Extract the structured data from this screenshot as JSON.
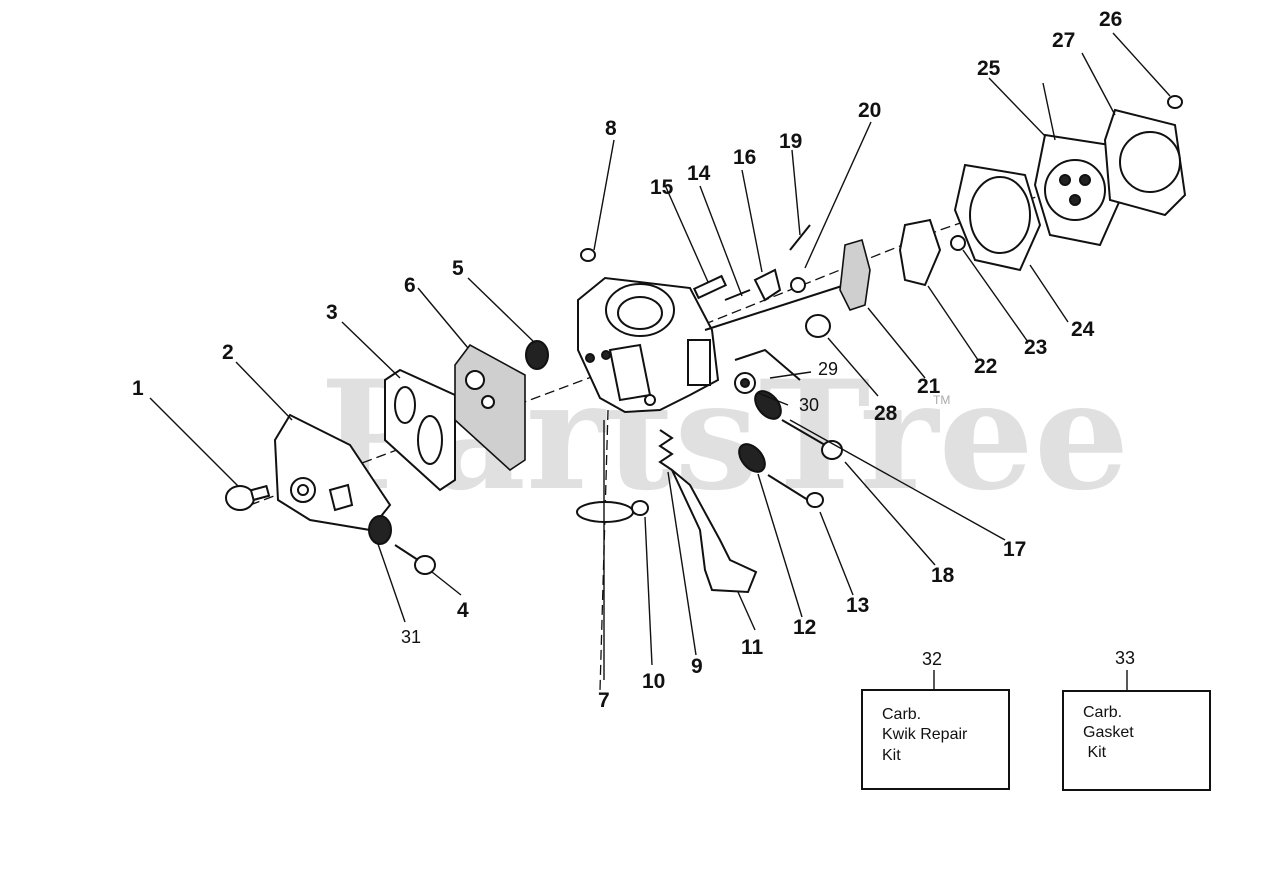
{
  "watermark": {
    "text": "PartsTree",
    "mark": "TM"
  },
  "callouts": [
    {
      "id": "1",
      "text": "1"
    },
    {
      "id": "2",
      "text": "2"
    },
    {
      "id": "3",
      "text": "3"
    },
    {
      "id": "4",
      "text": "4"
    },
    {
      "id": "5",
      "text": "5"
    },
    {
      "id": "6",
      "text": "6"
    },
    {
      "id": "7",
      "text": "7"
    },
    {
      "id": "8",
      "text": "8"
    },
    {
      "id": "9",
      "text": "9"
    },
    {
      "id": "10",
      "text": "10"
    },
    {
      "id": "11",
      "text": "11"
    },
    {
      "id": "12",
      "text": "12"
    },
    {
      "id": "13",
      "text": "13"
    },
    {
      "id": "14",
      "text": "14"
    },
    {
      "id": "15",
      "text": "15"
    },
    {
      "id": "16",
      "text": "16"
    },
    {
      "id": "17",
      "text": "17"
    },
    {
      "id": "18",
      "text": "18"
    },
    {
      "id": "19",
      "text": "19"
    },
    {
      "id": "20",
      "text": "20"
    },
    {
      "id": "21",
      "text": "21"
    },
    {
      "id": "22",
      "text": "22"
    },
    {
      "id": "23",
      "text": "23"
    },
    {
      "id": "24",
      "text": "24"
    },
    {
      "id": "25",
      "text": "25"
    },
    {
      "id": "26",
      "text": "26"
    },
    {
      "id": "27",
      "text": "27"
    },
    {
      "id": "28",
      "text": "28"
    },
    {
      "id": "29",
      "text": "29"
    },
    {
      "id": "30",
      "text": "30"
    },
    {
      "id": "31",
      "text": "31"
    }
  ],
  "kits": [
    {
      "number": "32",
      "lines": [
        "Carb.",
        "Kwik Repair",
        "Kit"
      ]
    },
    {
      "number": "33",
      "lines": [
        "Carb.",
        "Gasket",
        " Kit"
      ]
    }
  ]
}
